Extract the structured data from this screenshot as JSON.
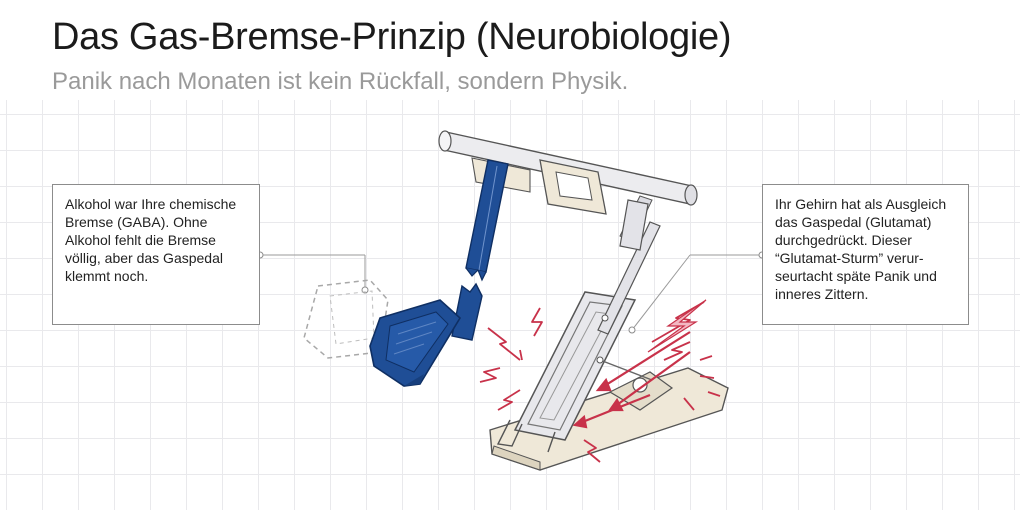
{
  "header": {
    "title": "Das Gas-Bremse-Prinzip (Neurobiologie)",
    "subtitle": "Panik nach Monaten ist kein Rückfall, sondern Physik."
  },
  "callouts": {
    "left": "Alkohol war Ihre chemische Bremse (GABA). Ohne Alkohol fehlt die Bremse völlig, aber das Gaspedal klemmt noch.",
    "right": "Ihr Gehirn hat als Ausgleich das Gaspedal (Glutamat) durchgedrückt. Dieser “Glutamat-Sturm” verur-seurtacht späte Panik und inneres Zittern."
  },
  "illustration": {
    "brake_pedal": {
      "color": "#1f4e96",
      "state": "broken"
    },
    "gas_pedal": {
      "color": "#e6e6ea",
      "state": "stuck"
    },
    "stress_marks": {
      "color": "#c8324a",
      "icon": "lightning-bolt-icon"
    }
  }
}
